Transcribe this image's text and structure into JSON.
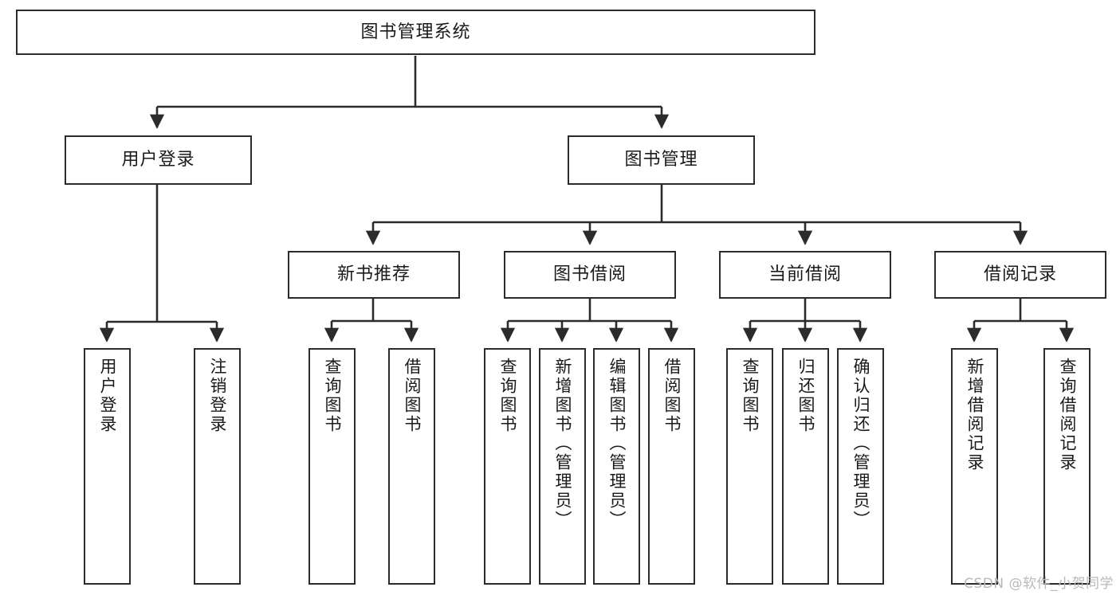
{
  "diagram": {
    "title": "图书管理系统",
    "type": "functional-structure-tree",
    "watermark": "CSDN @软件_小贺同学",
    "colors": {
      "box_border": "#2b2b2b",
      "box_fill": "#ffffff",
      "connector": "#2b2b2b",
      "text": "#1a1a1a",
      "watermark": "#b9b9b9"
    },
    "levels": {
      "root": {
        "label": "图书管理系统"
      },
      "level2": [
        {
          "id": "user-login",
          "label": "用户登录"
        },
        {
          "id": "book-manage",
          "label": "图书管理"
        }
      ],
      "level3": [
        {
          "id": "new-book-rec",
          "label": "新书推荐",
          "parent": "book-manage"
        },
        {
          "id": "book-borrow",
          "label": "图书借阅",
          "parent": "book-manage"
        },
        {
          "id": "current-borrow",
          "label": "当前借阅",
          "parent": "book-manage"
        },
        {
          "id": "borrow-record",
          "label": "借阅记录",
          "parent": "book-manage"
        }
      ],
      "leaves": [
        {
          "id": "leaf-user-login",
          "label": "用户登录",
          "parent": "user-login"
        },
        {
          "id": "leaf-user-logout",
          "label": "注销登录",
          "parent": "user-login"
        },
        {
          "id": "leaf-rec-query",
          "label": "查询图书",
          "parent": "new-book-rec"
        },
        {
          "id": "leaf-rec-borrow",
          "label": "借阅图书",
          "parent": "new-book-rec"
        },
        {
          "id": "leaf-borrow-query",
          "label": "查询图书",
          "parent": "book-borrow"
        },
        {
          "id": "leaf-borrow-add",
          "label": "新增图书（管理员）",
          "parent": "book-borrow"
        },
        {
          "id": "leaf-borrow-edit",
          "label": "编辑图书（管理员）",
          "parent": "book-borrow"
        },
        {
          "id": "leaf-borrow-lend",
          "label": "借阅图书",
          "parent": "book-borrow"
        },
        {
          "id": "leaf-cur-query",
          "label": "查询图书",
          "parent": "current-borrow"
        },
        {
          "id": "leaf-cur-return",
          "label": "归还图书",
          "parent": "current-borrow"
        },
        {
          "id": "leaf-cur-confirm",
          "label": "确认归还（管理员）",
          "parent": "current-borrow"
        },
        {
          "id": "leaf-rec-add",
          "label": "新增借阅记录",
          "parent": "borrow-record"
        },
        {
          "id": "leaf-rec-query2",
          "label": "查询借阅记录",
          "parent": "borrow-record"
        }
      ]
    }
  }
}
